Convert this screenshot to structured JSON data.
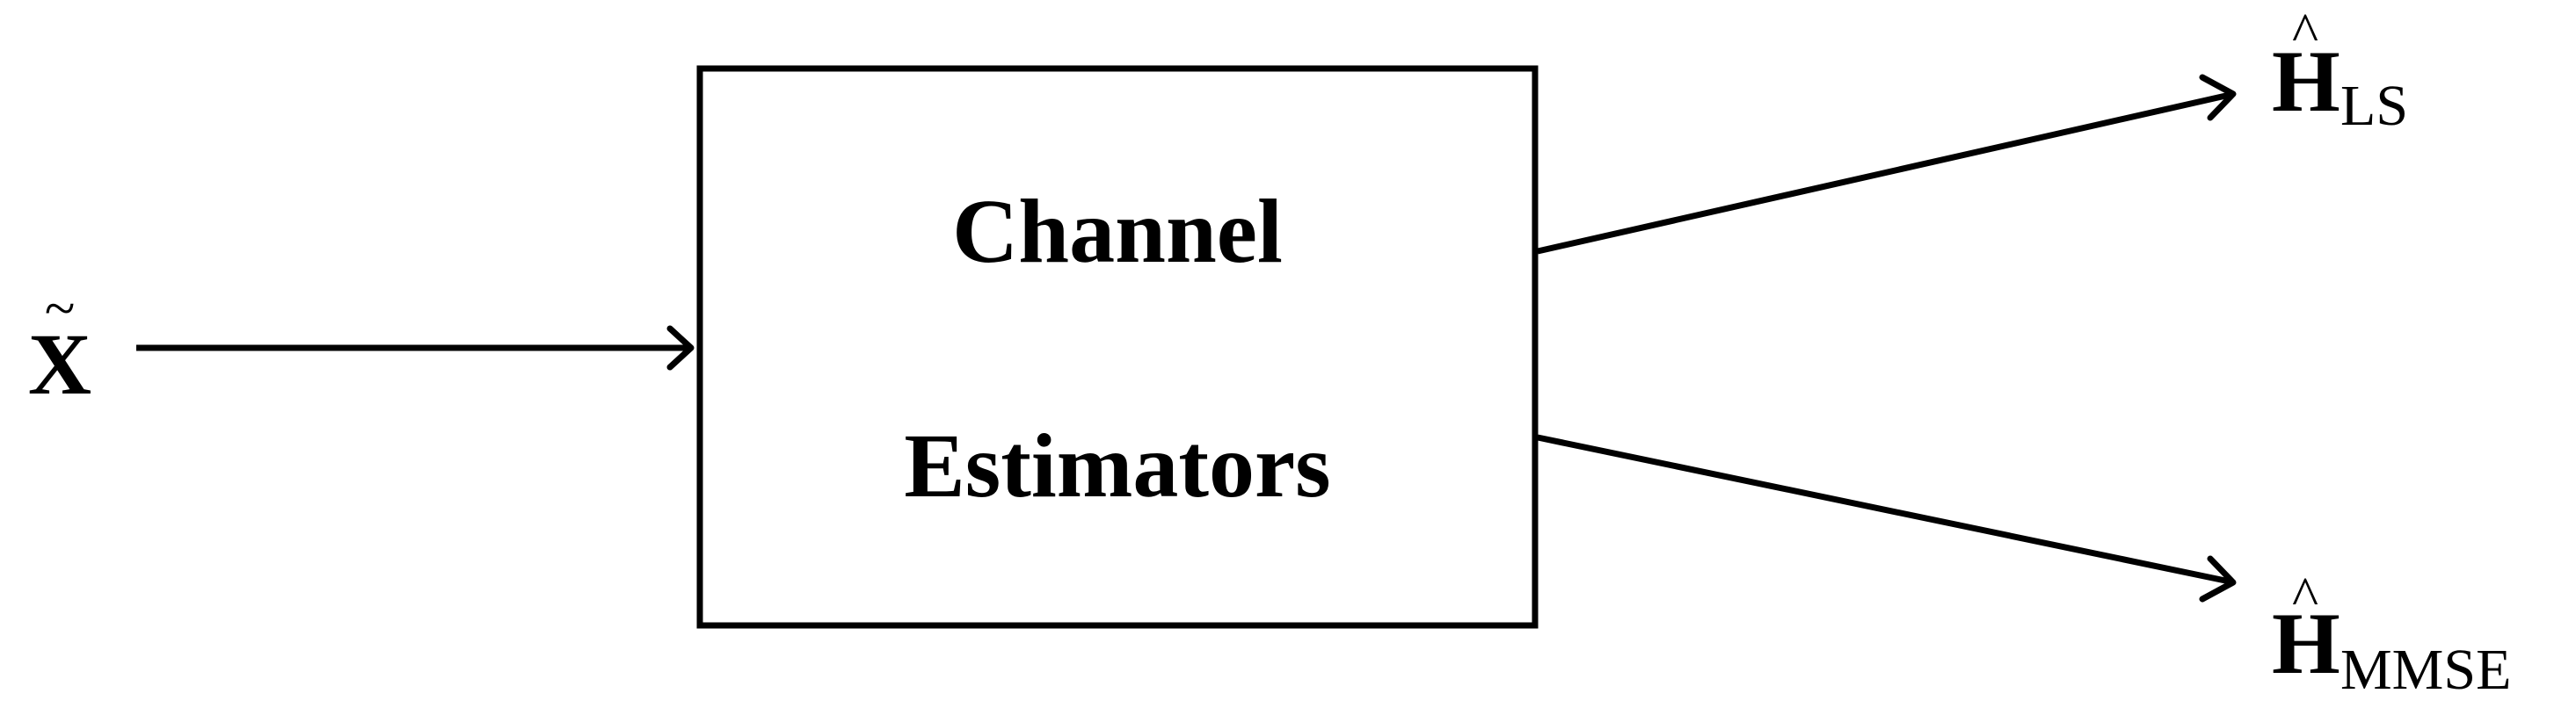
{
  "block": {
    "line1": "Channel",
    "line2": "Estimators"
  },
  "input": {
    "symbol": "X",
    "accent": "~"
  },
  "outputs": [
    {
      "symbol": "H",
      "accent": "^",
      "subscript": "LS"
    },
    {
      "symbol": "H",
      "accent": "^",
      "subscript": "MMSE"
    }
  ]
}
